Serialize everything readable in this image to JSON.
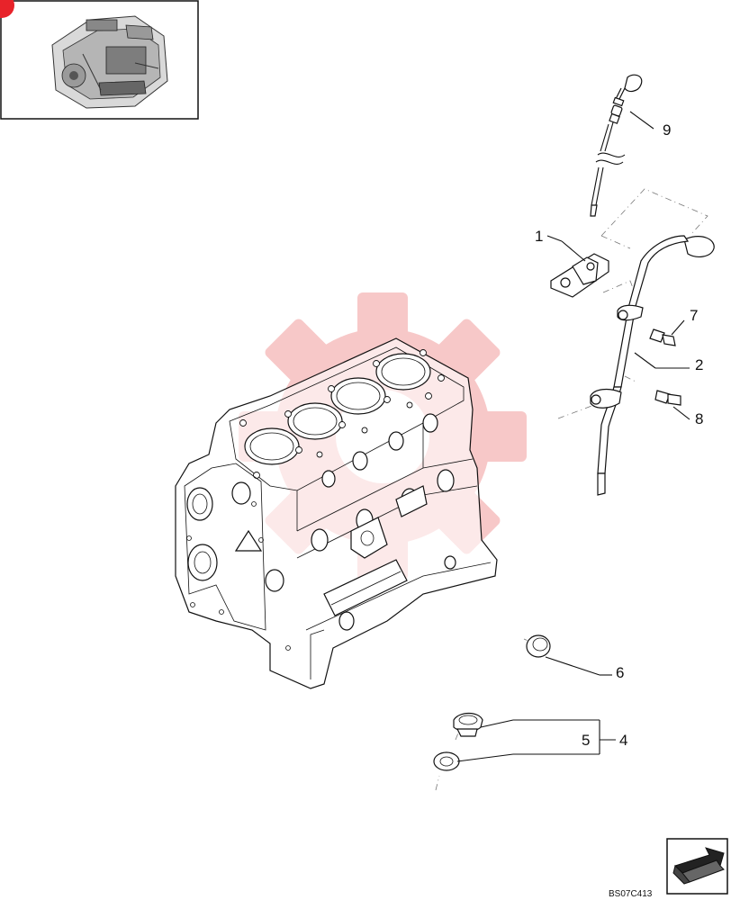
{
  "diagram": {
    "drawing_code": "BS07C413",
    "thumbnail_icon": "engine-assembly-icon",
    "watermark_icon": "gear-logo-icon",
    "nav_icon": "next-page-arrow-icon",
    "accent_color": "#e8232a",
    "watermark_color": "#f7c6c6",
    "callouts": {
      "c1": "1",
      "c2": "2",
      "c4": "4",
      "c5": "5",
      "c6": "6",
      "c7": "7",
      "c8": "8",
      "c9": "9"
    }
  }
}
